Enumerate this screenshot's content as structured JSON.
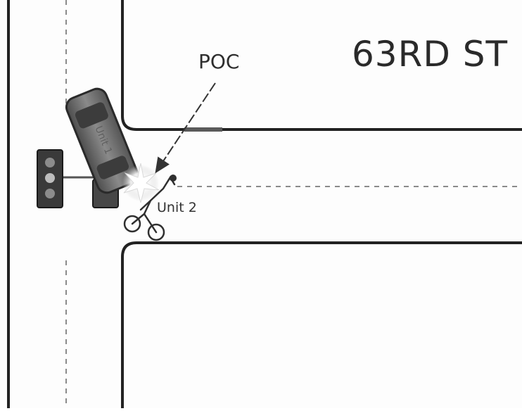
{
  "diagram": {
    "street_name": "63RD ST",
    "poc_label": "POC",
    "unit1_label": "Unit 1",
    "unit2_label": "Unit 2"
  },
  "icons": {
    "traffic_signal": "traffic-signal-icon",
    "vehicle": "car-icon",
    "bicycle": "bicycle-icon",
    "impact": "impact-burst-icon"
  },
  "colors": {
    "road_edge": "#222222",
    "lane_marking": "#8a8a8a",
    "vehicle_body": "#6e6e6e",
    "impact_glow": "#ffffff"
  }
}
